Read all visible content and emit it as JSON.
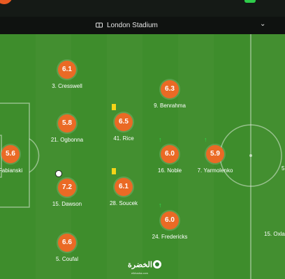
{
  "venue": {
    "name": "London Stadium"
  },
  "icons": {
    "stadium": "stadium-icon",
    "chevron": "chevron-down-icon"
  },
  "colors": {
    "rating": "#ea6a25",
    "pitch": "#3e8d2c",
    "card": "#f5d417",
    "sub_arrow": "#2ee04b"
  },
  "players": [
    {
      "rating": "6.1",
      "name": "3. Cresswell"
    },
    {
      "rating": "5.8",
      "name": "21. Ogbonna"
    },
    {
      "rating": "5.6",
      "name": "Fabianski"
    },
    {
      "rating": "7.2",
      "name": "15. Dawson"
    },
    {
      "rating": "6.6",
      "name": "5. Coufal"
    },
    {
      "rating": "6.5",
      "name": "41. Rice"
    },
    {
      "rating": "6.1",
      "name": "28. Soucek"
    },
    {
      "rating": "6.3",
      "name": "9. Benrahma"
    },
    {
      "rating": "6.0",
      "name": "16. Noble"
    },
    {
      "rating": "6.0",
      "name": "24. Fredericks"
    },
    {
      "rating": "5.9",
      "name": "7. Yarmolenko"
    },
    {
      "rating": "",
      "name": "15. Oxla"
    },
    {
      "rating": "",
      "name": "5"
    }
  ],
  "watermark": {
    "text": "الخضرة",
    "sub": "elkhadra.com"
  }
}
